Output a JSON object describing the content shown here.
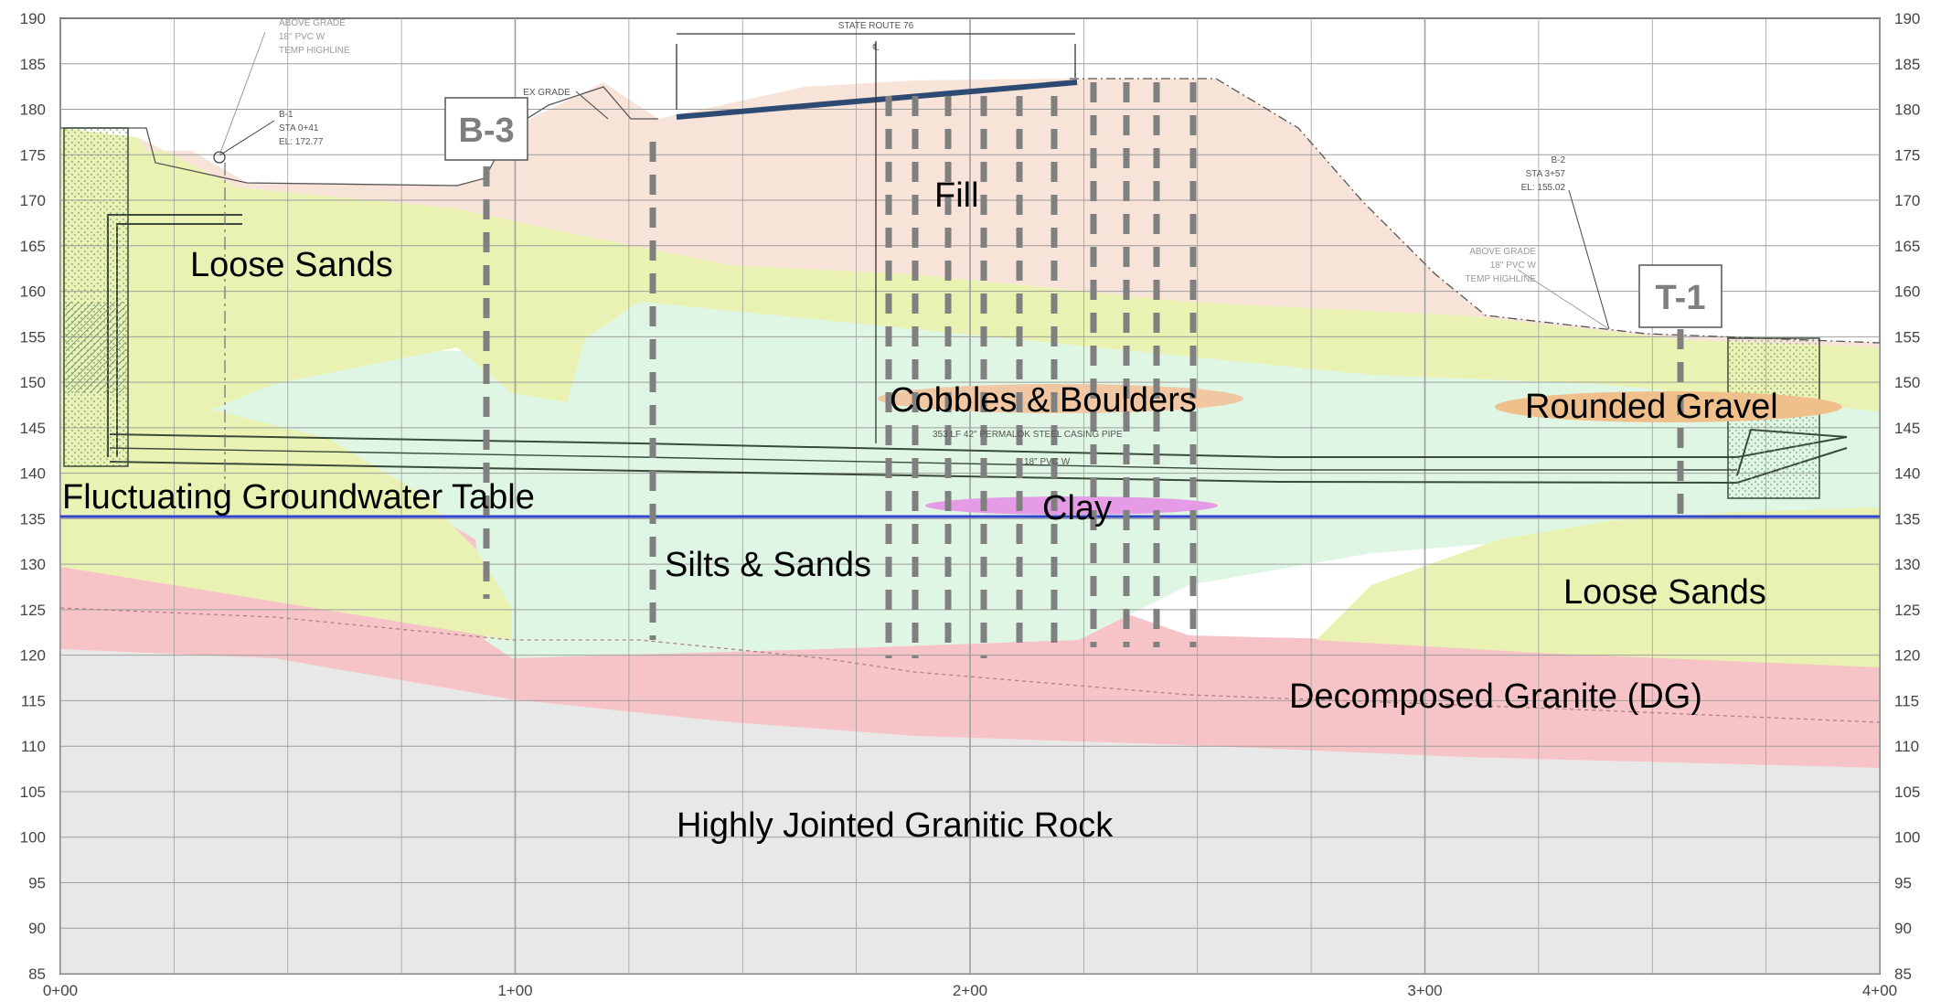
{
  "axes": {
    "elevation_ticks": [
      "190",
      "185",
      "180",
      "175",
      "170",
      "165",
      "160",
      "155",
      "150",
      "145",
      "140",
      "135",
      "130",
      "125",
      "120",
      "115",
      "110",
      "105",
      "100",
      "95",
      "90",
      "85"
    ],
    "station_ticks": [
      "0+00",
      "1+00",
      "2+00",
      "3+00",
      "4+00"
    ]
  },
  "strata": {
    "fill": "Fill",
    "loose_sands_left": "Loose Sands",
    "loose_sands_right": "Loose Sands",
    "silts_sands": "Silts & Sands",
    "cobbles_boulders": "Cobbles & Boulders",
    "clay": "Clay",
    "rounded_gravel": "Rounded Gravel",
    "decomposed_granite": "Decomposed Granite (DG)",
    "granitic_rock": "Highly Jointed Granitic Rock",
    "groundwater": "Fluctuating Groundwater Table"
  },
  "borings": {
    "b3": "B-3",
    "t1": "T-1"
  },
  "drawing_notes": {
    "state_route": "STATE ROUTE 76",
    "centerline": "℄",
    "ex_grade": "EX GRADE",
    "b1_line1": "B-1",
    "b1_line2": "STA 0+41",
    "b1_line3": "EL: 172.77",
    "b2_line1": "B-2",
    "b2_line2": "STA 3+57",
    "b2_line3": "EL: 155.02",
    "above_grade_left_1": "ABOVE GRADE",
    "above_grade_left_2": "18\" PVC W",
    "above_grade_left_3": "TEMP HIGHLINE",
    "above_grade_right_1": "ABOVE GRADE",
    "above_grade_right_2": "18\" PVC W",
    "above_grade_right_3": "TEMP HIGHLINE",
    "casing": "353 LF 42\" PERMALOK STEEL CASING PIPE",
    "casing2": "18\" PVC W"
  },
  "colors": {
    "fill": "#f8e3d9",
    "loose_sands": "#eaf2b3",
    "silts_sands": "#dff6e4",
    "decomposed_granite": "#f6c3c6",
    "granitic_rock": "#e8e8e8",
    "groundwater": "#3344cc",
    "cobbles": "#f1c7a3",
    "clay": "#e59be6",
    "gravel": "#f0c08c",
    "road": "#2e4a73",
    "boring": "#808080"
  }
}
